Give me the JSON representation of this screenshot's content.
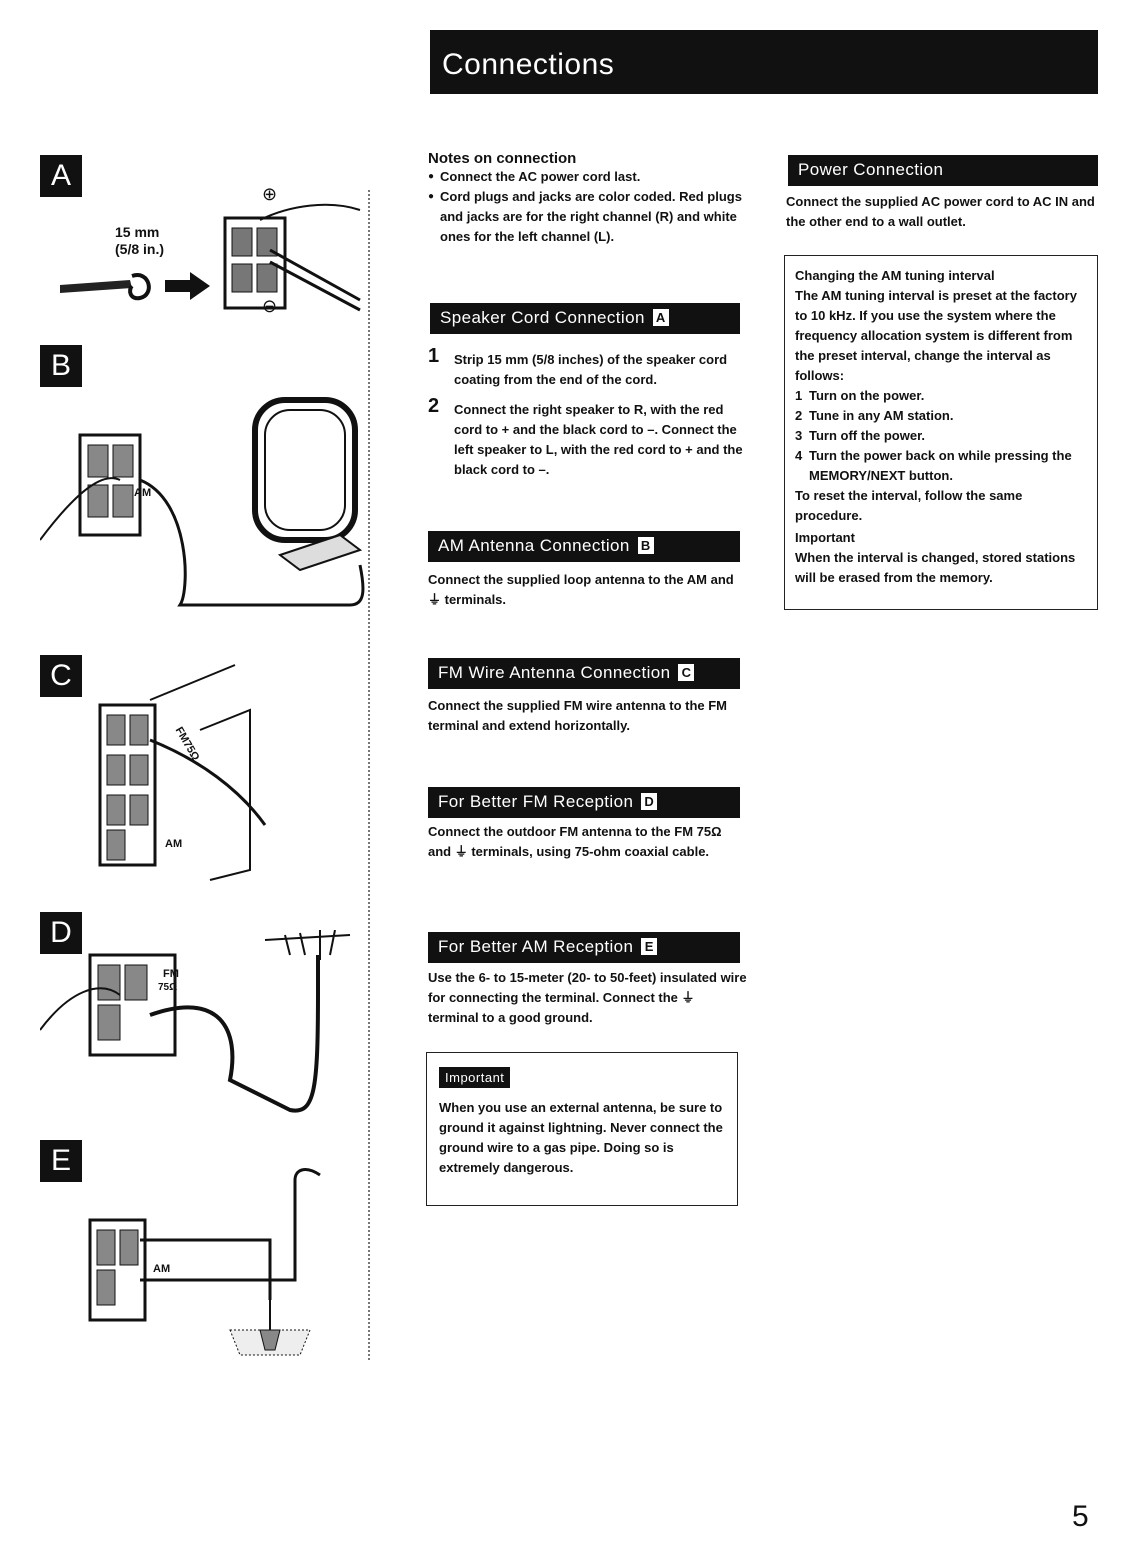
{
  "title": "Connections",
  "letters": [
    "A",
    "B",
    "C",
    "D",
    "E"
  ],
  "fig_a": {
    "mm": "15 mm",
    "in": "(5/8 in.)",
    "plus": "⊕",
    "minus": "⊖"
  },
  "fig_b": {
    "am": "AM"
  },
  "fig_c": {
    "fm75": "FM75Ω",
    "am": "AM"
  },
  "fig_d": {
    "fm": "FM",
    "ohm": "75Ω"
  },
  "fig_e": {
    "am": "AM"
  },
  "notes": {
    "heading": "Notes on connection",
    "bullets": [
      "Connect the AC power cord last.",
      "Cord plugs and jacks are color coded. Red plugs and jacks are for the right channel (R) and white ones for the left channel (L)."
    ]
  },
  "speaker": {
    "header": "Speaker Cord Connection",
    "letter": "A",
    "steps": [
      {
        "num": "1",
        "text": "Strip 15 mm (5/8 inches) of the speaker cord coating from the end of the cord."
      },
      {
        "num": "2",
        "text": "Connect the right speaker to R, with the red cord to + and the black cord to –. Connect the left speaker to L, with the red cord to + and the black cord to –."
      }
    ]
  },
  "am_antenna": {
    "header": "AM Antenna Connection",
    "letter": "B",
    "text": "Connect the supplied loop antenna to the AM and ⏚ terminals."
  },
  "fm_wire": {
    "header": "FM Wire Antenna Connection",
    "letter": "C",
    "text": "Connect the supplied FM wire antenna to the FM terminal and extend horizontally."
  },
  "better_fm": {
    "header": "For Better FM Reception",
    "letter": "D",
    "text": "Connect the outdoor FM antenna to the FM 75Ω and ⏚ terminals, using 75-ohm coaxial cable."
  },
  "better_am": {
    "header": "For Better AM Reception",
    "letter": "E",
    "text": "Use the 6- to 15-meter (20- to 50-feet) insulated wire for connecting the terminal. Connect the ⏚ terminal to a good ground."
  },
  "important_box": {
    "tag": "Important",
    "text": "When you use an external antenna, be sure to ground it against lightning. Never connect the ground wire to a gas pipe. Doing so is extremely dangerous."
  },
  "power": {
    "header": "Power Connection",
    "text": "Connect the supplied AC power cord to AC IN and the other end to a wall outlet."
  },
  "am_interval": {
    "heading": "Changing the AM tuning interval",
    "intro": "The AM tuning interval is preset at the factory to 10 kHz. If you use the system where the frequency allocation system is different from the preset interval, change the interval as follows:",
    "steps": [
      {
        "num": "1",
        "text": "Turn on the power."
      },
      {
        "num": "2",
        "text": "Tune in any AM station."
      },
      {
        "num": "3",
        "text": "Turn off the power."
      },
      {
        "num": "4",
        "text": "Turn the power back on while pressing the MEMORY/NEXT button."
      }
    ],
    "reset": "To reset the interval, follow the same procedure.",
    "important_heading": "Important",
    "important_text": "When the interval is changed, stored stations will be erased from the memory."
  },
  "page_number": "5"
}
